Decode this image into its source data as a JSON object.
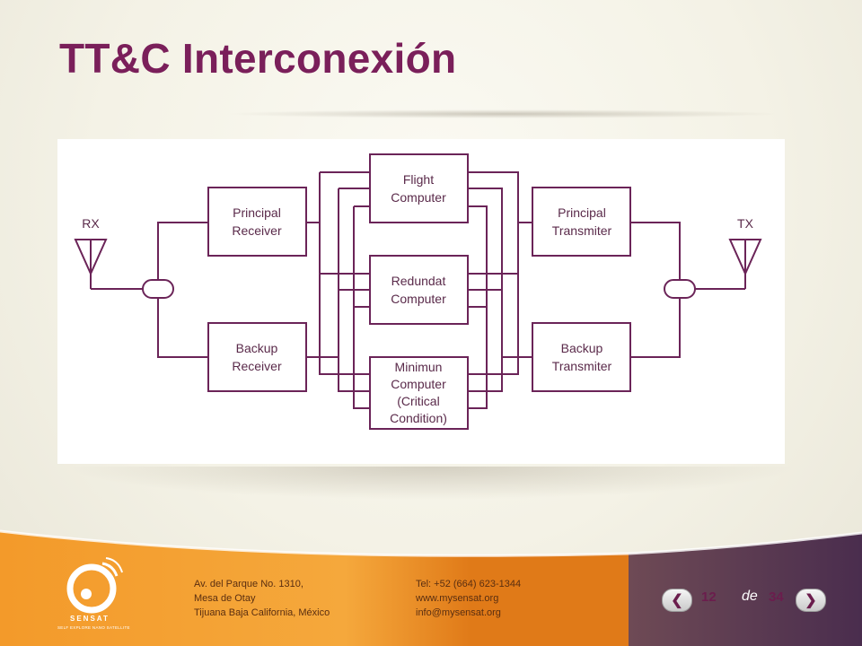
{
  "slide": {
    "title": "TT&C Interconexión"
  },
  "diagram": {
    "antennas": {
      "rx": "RX",
      "tx": "TX"
    },
    "blocks": {
      "principal_receiver": [
        "Principal",
        "Receiver"
      ],
      "backup_receiver": [
        "Backup",
        "Receiver"
      ],
      "flight_computer": [
        "Flight",
        "Computer"
      ],
      "redundant_computer": [
        "Redundat",
        "Computer"
      ],
      "minimum_computer": [
        "Minimun",
        "Computer",
        "(Critical",
        "Condition)"
      ],
      "principal_transmiter": [
        "Principal",
        "Transmiter"
      ],
      "backup_transmiter": [
        "Backup",
        "Transmiter"
      ]
    },
    "line_color": "#6b2458"
  },
  "footer": {
    "logo_text": "SENSAT",
    "logo_tagline": "SELF EXPLORE NANO SATELLITE",
    "address": [
      "Av. del Parque No. 1310,",
      "Mesa de Otay",
      "Tijuana Baja California, México"
    ],
    "contact": [
      "Tel: +52 (664) 623-1344",
      "www.mysensat.org",
      "info@mysensat.org"
    ],
    "pagination": {
      "current": "12",
      "separator": "de",
      "total": "34"
    },
    "colors": {
      "orange": "#f08a1e",
      "purple": "#5a3a5a"
    }
  }
}
